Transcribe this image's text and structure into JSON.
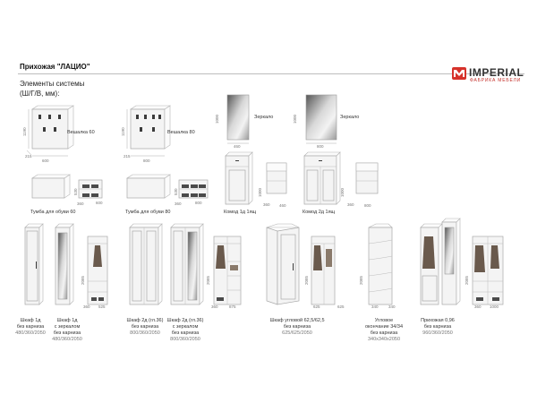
{
  "header": {
    "title": "Прихожая \"ЛАЦИО\"",
    "subtitle_line1": "Элементы системы",
    "subtitle_line2": "(Ш/Г/В, мм):"
  },
  "brand": {
    "name": "IMPERIAL",
    "tagline": "ФАБРИКА МЕБЕЛИ",
    "mark_text": "M",
    "accent_color": "#d6322b"
  },
  "items": {
    "veshalka60": {
      "label": "Вешалка 60",
      "dim_w": "600",
      "dim_h": "1190",
      "dim_d": "215"
    },
    "veshalka80": {
      "label": "Вешалка 80",
      "dim_w": "800",
      "dim_h": "1190",
      "dim_d": "215"
    },
    "zerkalo1": {
      "label": "Зеркало",
      "dim_w": "460",
      "dim_h": "1000"
    },
    "zerkalo2": {
      "label": "Зеркало",
      "dim_w": "800",
      "dim_h": "1000"
    },
    "tumba60": {
      "label": "Тумба для обуви 60",
      "dim_w": "600",
      "dim_h": "530",
      "dim_d": "360"
    },
    "tumba80": {
      "label": "Тумба для обуви 80",
      "dim_w": "800",
      "dim_h": "530",
      "dim_d": "360"
    },
    "komod1": {
      "label": "Комод 1д 1ящ",
      "dim_w": "460",
      "dim_h": "1000",
      "dim_d": "360"
    },
    "komod2": {
      "label": "Комод 2д 1ящ",
      "dim_w": "800",
      "dim_h": "1000",
      "dim_d": "360"
    },
    "shkaf1d": {
      "line1": "Шкаф 1д",
      "line2": "без карниза",
      "size": "480/360/2050"
    },
    "shkaf1dz": {
      "line1": "Шкаф 1д",
      "line2": "с зеркалом",
      "line3": "без карниза",
      "size": "480/360/2050",
      "dim_h": "2085",
      "dim_w": "525",
      "dim_d": "360"
    },
    "shkaf2d": {
      "line1": "Шкаф 2д (гл.36)",
      "line2": "без карниза",
      "size": "800/360/2050"
    },
    "shkaf2dz": {
      "line1": "Шкаф 2д (гл.36)",
      "line2": "с зеркалом",
      "line3": "без карниза",
      "size": "800/360/2050",
      "dim_h": "2085",
      "dim_w": "875",
      "dim_d": "360"
    },
    "uglovoy": {
      "line1": "Шкаф угловой 62,5/62,5",
      "line2": "без карниза",
      "size": "625/625/2050",
      "dim_h": "2085",
      "dim_w": "625",
      "dim_d": "625"
    },
    "okonchanie": {
      "line1": "Угловое",
      "line2": "окончание 34/34",
      "line3": "без карниза",
      "size": "340х340х2050",
      "dim_h": "2085",
      "dim_w": "340",
      "dim_d": "340"
    },
    "prihozhaya": {
      "line1": "Прихожая 0,96",
      "line2": "без карниза",
      "size": "960/360/2050",
      "dim_h": "2085",
      "dim_w": "1000",
      "dim_d": "360"
    }
  }
}
